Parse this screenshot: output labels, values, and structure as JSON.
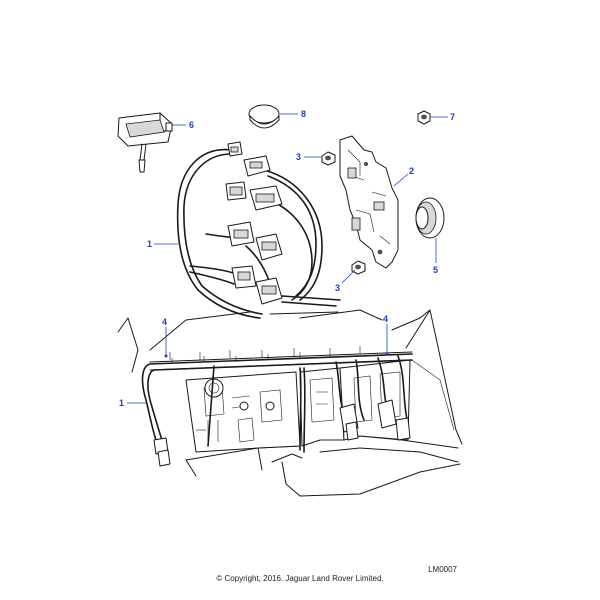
{
  "diagram": {
    "callouts": [
      {
        "id": "c1-top",
        "label": "1"
      },
      {
        "id": "c2",
        "label": "2"
      },
      {
        "id": "c3-top",
        "label": "3"
      },
      {
        "id": "c3-bottom",
        "label": "3"
      },
      {
        "id": "c4-left",
        "label": "4"
      },
      {
        "id": "c4-right",
        "label": "4"
      },
      {
        "id": "c5",
        "label": "5"
      },
      {
        "id": "c6",
        "label": "6"
      },
      {
        "id": "c7",
        "label": "7"
      },
      {
        "id": "c8",
        "label": "8"
      },
      {
        "id": "c1-bottom",
        "label": "1"
      }
    ],
    "callout_color": "#1f3fbf"
  },
  "footer": {
    "ref_code": "LM0007",
    "copyright": "© Copyright, 2016. Jaguar Land Rover Limited."
  }
}
